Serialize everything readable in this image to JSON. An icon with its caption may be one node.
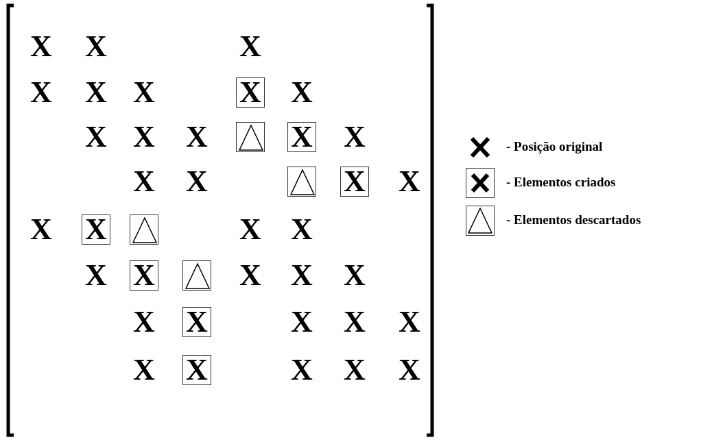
{
  "diagram": {
    "nodes": [
      {
        "text": [
          "X"
        ]
      },
      {
        "text": [],
        "shape": "triangle"
      },
      {
        "text": [
          "X"
        ]
      },
      {
        "text": [],
        "shape": "triangle"
      },
      {
        "text": [
          "X"
        ]
      },
      {
        "text": [
          "X"
        ]
      },
      {
        "text": [],
        "shape": "triangle"
      },
      {
        "text": [
          "X"
        ]
      },
      {
        "text": [],
        "shape": "triangle"
      },
      {
        "text": [
          "X"
        ]
      },
      {
        "text": [
          "X"
        ]
      }
    ],
    "labels": [
      "X",
      "X",
      "X",
      "X",
      "X",
      "X",
      "X",
      "X",
      "X",
      "X",
      "X",
      "X",
      "X",
      "X",
      "X",
      "X",
      "X",
      "X",
      "X",
      "X",
      "X",
      "X",
      "X",
      "X",
      "X",
      "X",
      "X",
      "X",
      "X"
    ],
    "legend": [
      {
        "text": "- Posição original"
      },
      {
        "text": "- Elementos criados"
      },
      {
        "text": "- Elementos descartados"
      }
    ]
  }
}
